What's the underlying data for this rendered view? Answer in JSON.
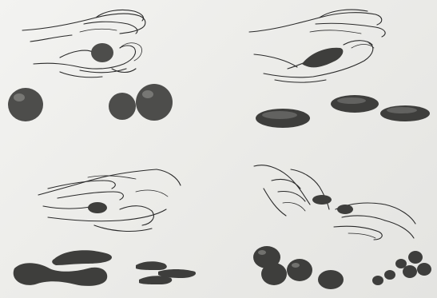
{
  "illustration": {
    "layout": "2x2 panels",
    "panels": [
      {
        "position": "top-left",
        "objects": [
          "two-hands-rolling-ball",
          "ball",
          "two-balls"
        ]
      },
      {
        "position": "top-right",
        "objects": [
          "two-hands-flattening-clay",
          "three-flat-discs"
        ]
      },
      {
        "position": "bottom-left",
        "objects": [
          "two-hands-rolling-coil",
          "long-coils",
          "short-coils"
        ]
      },
      {
        "position": "bottom-right",
        "objects": [
          "two-hands-pinching-pieces",
          "large-balls",
          "small-balls"
        ]
      }
    ],
    "colors": {
      "paper": "#eeeeeb",
      "ink": "#2a2a2a",
      "clay": "#3e3e3c"
    }
  }
}
